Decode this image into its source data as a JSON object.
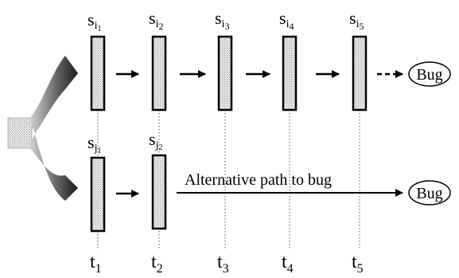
{
  "top_row": {
    "states": [
      {
        "base": "s",
        "sub1": "i",
        "sub2": "1"
      },
      {
        "base": "s",
        "sub1": "i",
        "sub2": "2"
      },
      {
        "base": "s",
        "sub1": "i",
        "sub2": "3"
      },
      {
        "base": "s",
        "sub1": "i",
        "sub2": "4"
      },
      {
        "base": "s",
        "sub1": "i",
        "sub2": "5"
      }
    ],
    "end_label": "Bug"
  },
  "bottom_row": {
    "states": [
      {
        "base": "s",
        "sub1": "j",
        "sub2": "1"
      },
      {
        "base": "s",
        "sub1": "j",
        "sub2": "2"
      }
    ],
    "path_label": "Alternative path to bug",
    "end_label": "Bug"
  },
  "time_labels": [
    {
      "base": "t",
      "sub": "1"
    },
    {
      "base": "t",
      "sub": "2"
    },
    {
      "base": "t",
      "sub": "3"
    },
    {
      "base": "t",
      "sub": "4"
    },
    {
      "base": "t",
      "sub": "5"
    }
  ]
}
